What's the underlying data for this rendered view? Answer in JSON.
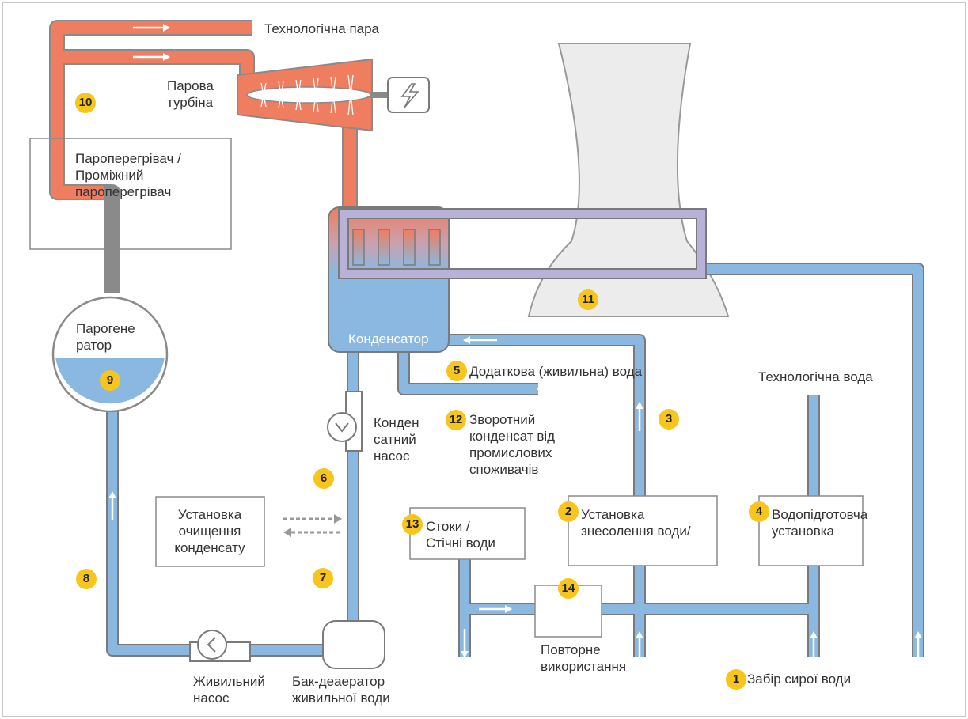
{
  "labels": {
    "process_steam": "Технологічна пара",
    "steam_turbine": "Парова\nтурбіна",
    "superheater": "Пароперегрівач /\n      Проміжний\n      пароперегрівач",
    "steam_generator": "Парогене\nратор",
    "condenser": "Конденсатор",
    "makeup_water": "Додаткова (живильна) вода",
    "process_water": "Технологічна вода",
    "condensate_pump": "Конден\nсатний\nнасос",
    "return_condensate": "Зворотний\nконденсат від\nпромислових\nспоживачів",
    "condensate_polishing": "Установка\nочищення\nконденсату",
    "wastewater": "Стоки /\nСтічні води",
    "desalination": "Установка\nзнесолення води/",
    "water_treatment": "Водопідготовча\nустановка",
    "reuse": "Повторне\nвикористання",
    "feed_pump": "Живильний\nнасос",
    "deaerator": "Бак-деаератор\nживильної води",
    "raw_water_intake": "Забір сирої води"
  },
  "badges": {
    "b1": "1",
    "b2": "2",
    "b3": "3",
    "b4": "4",
    "b5": "5",
    "b6": "6",
    "b7": "7",
    "b8": "8",
    "b9": "9",
    "b10": "10",
    "b11": "11",
    "b12": "12",
    "b13": "13",
    "b14": "14"
  },
  "colors": {
    "steam": "#ef7d5f",
    "water": "#8bb8e0",
    "cooling_loop": "#b8b1d8",
    "tower": "#ececec",
    "badge": "#f7c51c",
    "outline": "#7a7a7a"
  }
}
